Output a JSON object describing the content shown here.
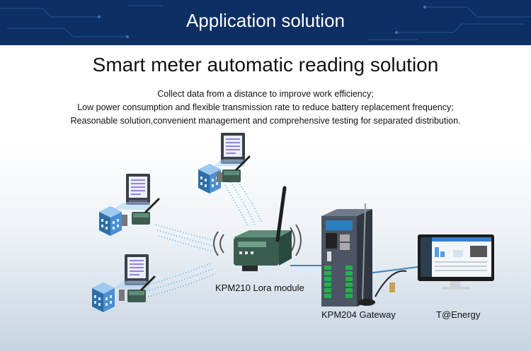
{
  "banner": {
    "title": "Application solution"
  },
  "heading": "Smart meter automatic reading solution",
  "description": [
    "Collect data from a distance to improve work efficiency;",
    "Low power consumption and flexible transmission rate to reduce battery replacement frequency;",
    "Reasonable solution,convenient management and comprehensive testing for separated distribution."
  ],
  "labels": {
    "lora_module": "KPM210 Lora module",
    "gateway": "KPM204 Gateway",
    "platform": "T@Energy"
  },
  "colors": {
    "banner": "#0d2f63",
    "device_blue": "#2d6fa3",
    "wire": "#3b82c4",
    "signal": "#5aa9e6"
  }
}
